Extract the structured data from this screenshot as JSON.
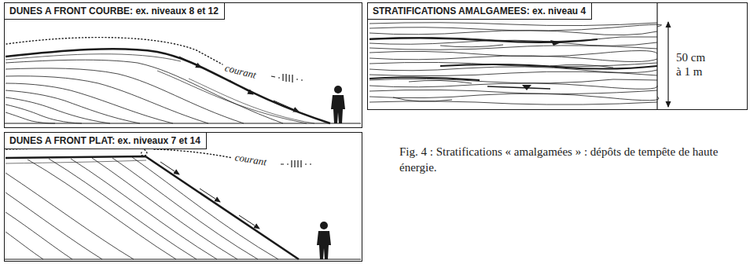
{
  "diagram": {
    "caption": "Fig. 4 : Stratifications « amalgamées » : dépôts de tempête de haute énergie.",
    "nodes": [
      {
        "text": [
          "DUNES A FRONT COURBE: ex. niveaux 8 et 12"
        ]
      },
      {
        "text": [
          "STRATIFICATIONS AMALGAMEES: ex. niveau 4"
        ]
      },
      {
        "text": [
          "DUNES A FRONT PLAT: ex. niveaux 7 et 14"
        ]
      }
    ],
    "labels": [
      "courant",
      "courant",
      "50 cm à 1 m"
    ]
  }
}
